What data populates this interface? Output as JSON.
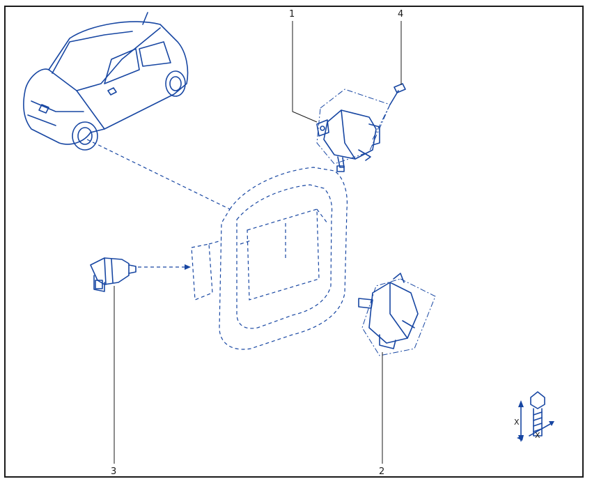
{
  "callouts": {
    "part1": "1",
    "part2": "2",
    "part3": "3",
    "part4": "4"
  },
  "torque_symbol": {
    "label_a": "X",
    "label_b": "X"
  },
  "colors": {
    "ink": "#1746a2",
    "frame": "#1a1a1a"
  }
}
